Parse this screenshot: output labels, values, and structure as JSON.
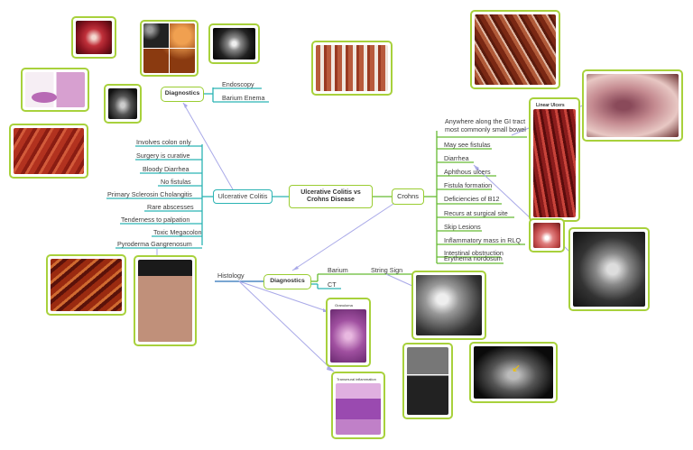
{
  "center": {
    "title": "Ulcerative Colitis vs Crohns Disease"
  },
  "uc": {
    "label": "Ulcerative Colitis",
    "items": [
      "Involves colon only",
      "Surgery is curative",
      "Bloody Diarrhea",
      "No fistulas",
      "Primary Sclerosin Cholangitis",
      "Rare abscesses",
      "Tenderness to palpation",
      "Toxic Megacolon",
      "Pyroderma Gangrenosum"
    ]
  },
  "crohns": {
    "label": "Crohns",
    "items": [
      "Anywhere along the GI tract most commonly small bowel",
      "May see fistulas",
      "Diarrhea",
      "Aphthous ulcers",
      "Fistula formation",
      "Deficiencies of B12",
      "Recurs at surgical site",
      "Skip Lesions",
      "Inflammatory mass in RLQ",
      "Intestinal obstruction",
      "Erythema nordosum"
    ]
  },
  "diagnostics_top": {
    "label": "Diagnostics",
    "items": [
      "Endoscopy",
      "Barium Enema"
    ]
  },
  "diagnostics_bottom": {
    "label": "Diagnostics",
    "histology": "Histology",
    "barium": "Barium",
    "string_sign": "String Sign",
    "ct": "CT"
  },
  "image_captions": {
    "linear_ulcers": "Linear Ulcers",
    "granuloma": "Granuloma",
    "transmural": "Transmural inflammation"
  },
  "colors": {
    "green": "#66bb33",
    "teal": "#2bb3b3",
    "blue_line": "#2a70b8",
    "arrow": "#a9a9e8"
  }
}
